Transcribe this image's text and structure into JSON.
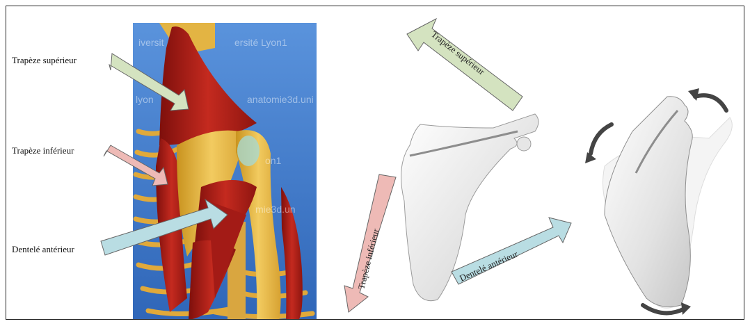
{
  "labels": {
    "upper_trapezius": "Trapèze supérieur",
    "lower_trapezius": "Trapèze inférieur",
    "serratus_anterior": "Dentelé antérieur"
  },
  "arrow_labels": {
    "upper_trapezius": "Trapèze supérieur",
    "lower_trapezius": "Trapèze inférieur",
    "serratus_anterior": "Dentelé antérieur"
  },
  "watermarks": {
    "wm1": "iversit",
    "wm2": "ersité Lyon1",
    "wm3": "lyon",
    "wm4": "anatomie3d.uni",
    "wm5": "on1",
    "wm6": "mie3d.un"
  },
  "colors": {
    "upper_trapezius": "#d4e3c0",
    "lower_trapezius": "#eebab6",
    "serratus_anterior": "#b9dde3",
    "muscle": "#b8201a",
    "bone": "#e8b84a",
    "sky": "#3f78c9"
  }
}
